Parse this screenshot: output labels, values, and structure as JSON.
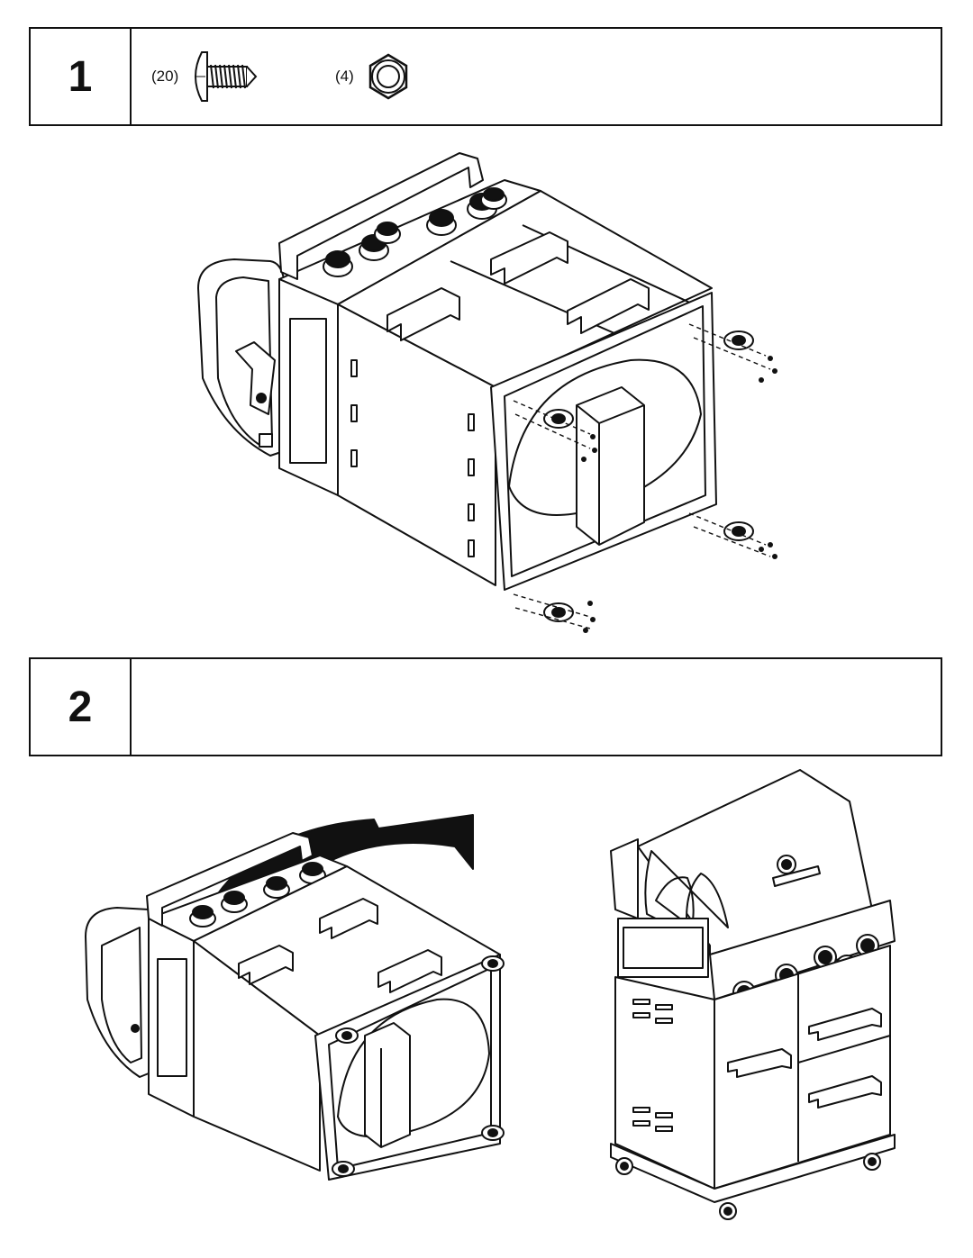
{
  "steps": [
    {
      "number": "1",
      "parts": [
        {
          "qty": "(20)",
          "icon": "screw-icon"
        },
        {
          "qty": "(4)",
          "icon": "nut-icon"
        }
      ],
      "illustration": "cart-with-casters-attached-upside-down"
    },
    {
      "number": "2",
      "parts": [],
      "illustrations": [
        "cart-flip-with-arrow",
        "assembled-grill-upright"
      ]
    }
  ]
}
